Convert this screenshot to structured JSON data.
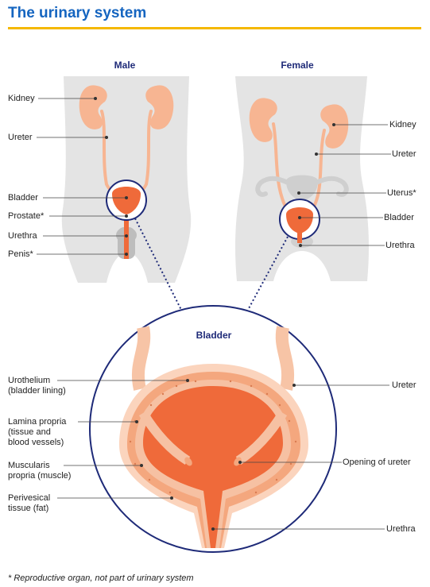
{
  "title": "The urinary system",
  "panels": {
    "male": "Male",
    "female": "Female",
    "bladder": "Bladder"
  },
  "male_labels": {
    "kidney": "Kidney",
    "ureter": "Ureter",
    "bladder": "Bladder",
    "prostate": "Prostate*",
    "urethra": "Urethra",
    "penis": "Penis*"
  },
  "female_labels": {
    "kidney": "Kidney",
    "ureter": "Ureter",
    "uterus": "Uterus*",
    "bladder": "Bladder",
    "urethra": "Urethra"
  },
  "bladder_labels": {
    "urothelium_1": "Urothelium",
    "urothelium_2": "(bladder lining)",
    "lamina_1": "Lamina propria",
    "lamina_2": "(tissue and",
    "lamina_3": "blood vessels)",
    "muscularis_1": "Muscularis",
    "muscularis_2": "propria (muscle)",
    "perivesical_1": "Perivesical",
    "perivesical_2": "tissue (fat)",
    "ureter": "Ureter",
    "opening": "Opening of ureter",
    "urethra": "Urethra"
  },
  "footnote": "* Reproductive organ, not part of urinary system",
  "colors": {
    "title": "#1565c0",
    "rule": "#f5b800",
    "body": "#e4e4e4",
    "kidney": "#f7b592",
    "bladder": "#ef6a3a",
    "navy": "#1e2a78"
  }
}
